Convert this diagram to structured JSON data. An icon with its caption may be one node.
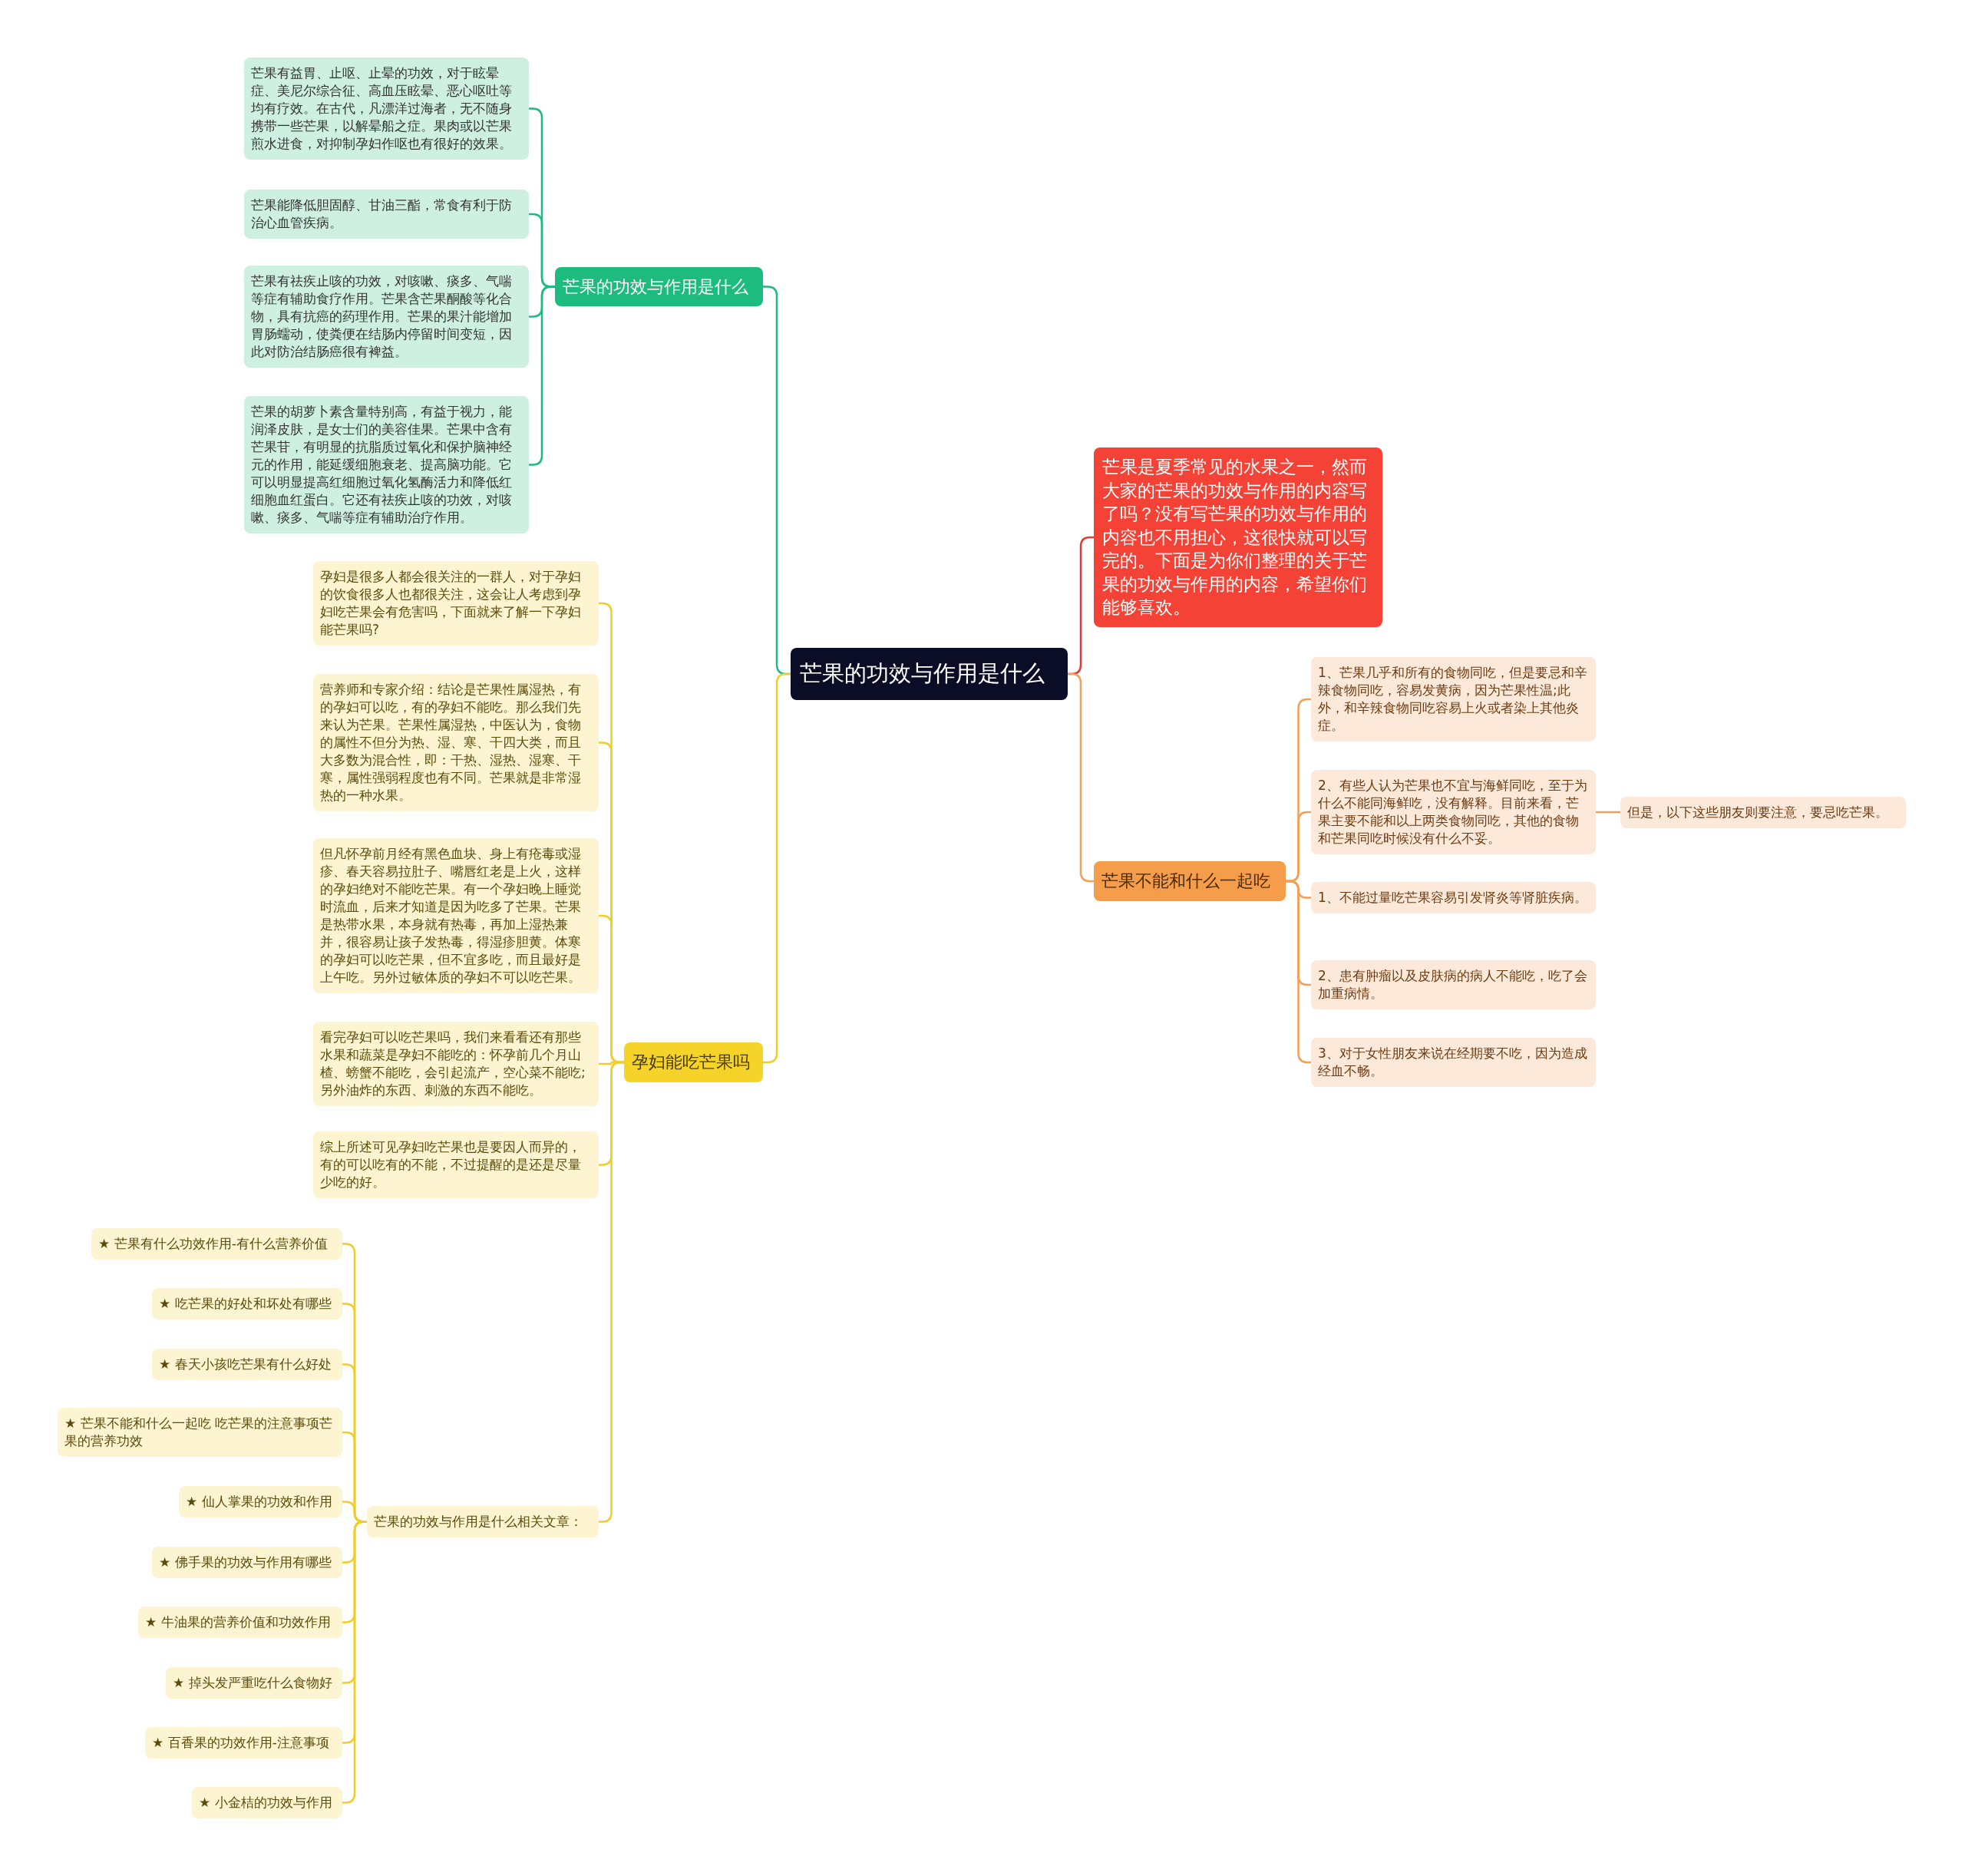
{
  "diagram": {
    "nodes": [
      {
        "text": [
          "芒果的功效与作用是什么"
        ]
      },
      {
        "text": [
          "芒果的功效与作用是什么"
        ]
      },
      {
        "text": [
          "芒果有益胃、止呕、止晕的功效，对于眩晕症、美尼尔综合征、高血压眩晕、恶心呕吐等均有疗效。在古代，凡漂洋过海者，无不随身携带一些芒果，以解晕船之症。果肉或以芒果煎水进食，对抑制孕妇作呕也有很好的效果。"
        ]
      },
      {
        "text": [
          "芒果能降低胆固醇、甘油三酯，常食有利于防治心血管疾病。"
        ]
      },
      {
        "text": [
          "芒果有祛疾止咳的功效，对咳嗽、痰多、气喘等症有辅助食疗作用。芒果含芒果酮酸等化合物，具有抗癌的药理作用。芒果的果汁能增加胃肠蠕动，使粪便在结肠内停留时间变短，因此对防治结肠癌很有裨益。"
        ]
      },
      {
        "text": [
          "芒果的胡萝卜素含量特别高，有益于视力，能润泽皮肤，是女士们的美容佳果。芒果中含有芒果苷，有明显的抗脂质过氧化和保护脑神经元的作用，能延缓细胞衰老、提高脑功能。它可以明显提高红细胞过氧化氢酶活力和降低红细胞血红蛋白。它还有祛疾止咳的功效，对咳嗽、痰多、气喘等症有辅助治疗作用。"
        ]
      },
      {
        "text": [
          "孕妇能吃芒果吗"
        ]
      },
      {
        "text": [
          "孕妇是很多人都会很关注的一群人，对于孕妇的饮食很多人也都很关注，这会让人考虑到孕妇吃芒果会有危害吗，下面就来了解一下孕妇能芒果吗?"
        ]
      },
      {
        "text": [
          "营养师和专家介绍：结论是芒果性属湿热，有的孕妇可以吃，有的孕妇不能吃。那么我们先来认为芒果。芒果性属湿热，中医认为，食物的属性不但分为热、湿、寒、干四大类，而且大多数为混合性，即：干热、湿热、湿寒、干寒，属性强弱程度也有不同。芒果就是非常湿热的一种水果。"
        ]
      },
      {
        "text": [
          "但凡怀孕前月经有黑色血块、身上有疮毒或湿疹、春天容易拉肚子、嘴唇红老是上火，这样的孕妇绝对不能吃芒果。有一个孕妇晚上睡觉时流血，后来才知道是因为吃多了芒果。芒果是热带水果，本身就有热毒，再加上湿热兼并，很容易让孩子发热毒，得湿疹胆黄。体寒的孕妇可以吃芒果，但不宜多吃，而且最好是上午吃。另外过敏体质的孕妇不可以吃芒果。"
        ]
      },
      {
        "text": [
          "看完孕妇可以吃芒果吗，我们来看看还有那些水果和蔬菜是孕妇不能吃的：怀孕前几个月山楂、螃蟹不能吃，会引起流产，空心菜不能吃;另外油炸的东西、刺激的东西不能吃。"
        ]
      },
      {
        "text": [
          "综上所述可见孕妇吃芒果也是要因人而异的，有的可以吃有的不能，不过提醒的是还是尽量少吃的好。"
        ]
      },
      {
        "text": [
          "芒果的功效与作用是什么相关文章："
        ]
      },
      {
        "text": [
          "★ 芒果有什么功效作用-有什么营养价值"
        ]
      },
      {
        "text": [
          "★ 吃芒果的好处和坏处有哪些"
        ]
      },
      {
        "text": [
          "★ 春天小孩吃芒果有什么好处"
        ]
      },
      {
        "text": [
          "★ 芒果不能和什么一起吃 吃芒果的注意事项芒果的营养功效"
        ]
      },
      {
        "text": [
          "★ 仙人掌果的功效和作用"
        ]
      },
      {
        "text": [
          "★ 佛手果的功效与作用有哪些"
        ]
      },
      {
        "text": [
          "★ 牛油果的营养价值和功效作用"
        ]
      },
      {
        "text": [
          "★ 掉头发严重吃什么食物好"
        ]
      },
      {
        "text": [
          "★ 百香果的功效作用-注意事项"
        ]
      },
      {
        "text": [
          "★ 小金桔的功效与作用"
        ]
      },
      {
        "text": [
          "芒果是夏季常见的水果之一，然而大家的芒果的功效与作用的内容写了吗？没有写芒果的功效与作用的内容也不用担心，这很快就可以写完的。下面是为你们整理的关于芒果的功效与作用的内容，希望你们能够喜欢。"
        ]
      },
      {
        "text": [
          "芒果不能和什么一起吃"
        ]
      },
      {
        "text": [
          "1、芒果几乎和所有的食物同吃，但是要忌和辛辣食物同吃，容易发黄病，因为芒果性温;此外，和辛辣食物同吃容易上火或者染上其他炎症。"
        ]
      },
      {
        "text": [
          "2、有些人认为芒果也不宜与海鲜同吃，至于为什么不能同海鲜吃，没有解释。目前来看，芒果主要不能和以上两类食物同吃，其他的食物和芒果同吃时候没有什么不妥。"
        ]
      },
      {
        "text": [
          "1、不能过量吃芒果容易引发肾炎等肾脏疾病。"
        ]
      },
      {
        "text": [
          "2、患有肿瘤以及皮肤病的病人不能吃，吃了会加重病情。"
        ]
      },
      {
        "text": [
          "3、对于女性朋友来说在经期要不吃，因为造成经血不畅。"
        ]
      },
      {
        "text": [
          "但是，以下这些朋友则要注意，要忌吃芒果。"
        ]
      }
    ],
    "edges": [
      {
        "from": 0,
        "to": 1,
        "arrow": "none",
        "color": "#1dbb7e"
      },
      {
        "from": 1,
        "to": 2,
        "arrow": "none",
        "color": "#1dbb7e"
      },
      {
        "from": 1,
        "to": 3,
        "arrow": "none",
        "color": "#1dbb7e"
      },
      {
        "from": 1,
        "to": 4,
        "arrow": "none",
        "color": "#1dbb7e"
      },
      {
        "from": 1,
        "to": 5,
        "arrow": "none",
        "color": "#1dbb7e"
      },
      {
        "from": 0,
        "to": 6,
        "arrow": "none"
      },
      {
        "from": 6,
        "to": 7,
        "arrow": "none"
      },
      {
        "from": 6,
        "to": 8,
        "arrow": "none"
      },
      {
        "from": 6,
        "to": 9,
        "arrow": "none"
      },
      {
        "from": 6,
        "to": 10,
        "arrow": "none"
      },
      {
        "from": 6,
        "to": 11,
        "arrow": "none"
      },
      {
        "from": 6,
        "to": 12,
        "arrow": "none"
      },
      {
        "from": 12,
        "to": 13,
        "arrow": "none"
      },
      {
        "from": 12,
        "to": 14,
        "arrow": "none"
      },
      {
        "from": 12,
        "to": 15,
        "arrow": "none"
      },
      {
        "from": 12,
        "to": 16,
        "arrow": "none"
      },
      {
        "from": 12,
        "to": 17,
        "arrow": "none"
      },
      {
        "from": 12,
        "to": 18,
        "arrow": "none"
      },
      {
        "from": 12,
        "to": 19,
        "arrow": "none"
      },
      {
        "from": 12,
        "to": 20,
        "arrow": "none"
      },
      {
        "from": 12,
        "to": 21,
        "arrow": "none"
      },
      {
        "from": 12,
        "to": 22,
        "arrow": "none"
      },
      {
        "from": 0,
        "to": 23,
        "arrow": "none",
        "color": "#e53935"
      },
      {
        "from": 0,
        "to": 24,
        "arrow": "none",
        "color": "#f0a058"
      },
      {
        "from": 24,
        "to": 25,
        "arrow": "none",
        "color": "#f0a058"
      },
      {
        "from": 24,
        "to": 26,
        "arrow": "none",
        "color": "#f0a058"
      },
      {
        "from": 24,
        "to": 27,
        "arrow": "none",
        "color": "#f0a058"
      },
      {
        "from": 24,
        "to": 28,
        "arrow": "none",
        "color": "#f0a058"
      },
      {
        "from": 24,
        "to": 29,
        "arrow": "none",
        "color": "#f0a058"
      },
      {
        "from": 26,
        "to": 30,
        "arrow": "none",
        "color": "#f0a058"
      }
    ]
  }
}
